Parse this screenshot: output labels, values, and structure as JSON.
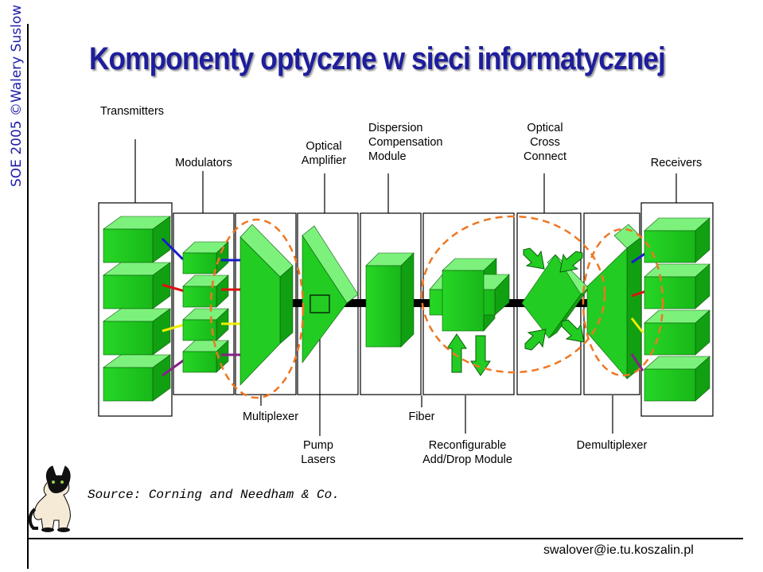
{
  "slide": {
    "title": "Komponenty optyczne w sieci informatycznej",
    "side_caption": "SOE 2005 ©Walery Suslow",
    "source": "Source: Corning and Needham & Co.",
    "email": "swalover@ie.tu.koszalin.pl"
  },
  "labels": {
    "transmitters": "Transmitters",
    "modulators": "Modulators",
    "optical_amplifier": "Optical\nAmplifier",
    "dispersion_compensation": "Dispersion\nCompensation\nModule",
    "optical_cross_connect": "Optical\nCross\nConnect",
    "receivers": "Receivers",
    "multiplexer": "Multiplexer",
    "fiber": "Fiber",
    "pump_lasers": "Pump\nLasers",
    "reconfigurable_add_drop": "Reconfigurable\nAdd/Drop Module",
    "demultiplexer": "Demultiplexer"
  },
  "colors": {
    "title": "#1e1e9c",
    "side_caption": "#1d1daa",
    "component_green": "#22cc22",
    "dashed_outline": "#ee7722",
    "channel_blue": "#1a1acc",
    "channel_red": "#dd1111",
    "channel_yellow": "#eeee00",
    "channel_purple": "#882288"
  }
}
